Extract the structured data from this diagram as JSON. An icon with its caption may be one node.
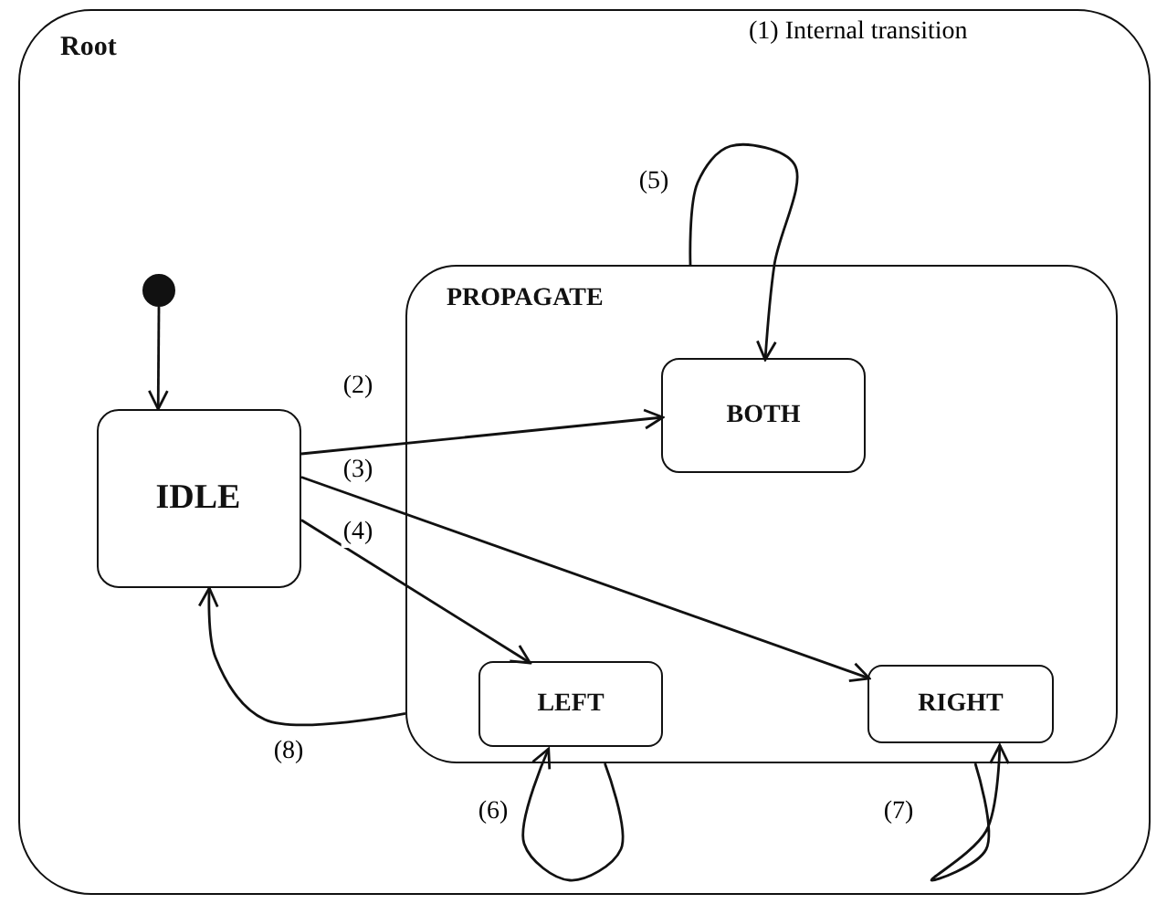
{
  "diagram": {
    "nodes": [
      {
        "text": [
          "Root"
        ]
      },
      {
        "text": [
          "PROPAGATE"
        ],
        "in": 0
      },
      {
        "text": [],
        "shape": "circle",
        "in": 0
      },
      {
        "text": [
          "IDLE"
        ],
        "in": 0
      },
      {
        "text": [
          "BOTH"
        ],
        "in": 1
      },
      {
        "text": [
          "LEFT"
        ],
        "in": 1
      },
      {
        "text": [
          "RIGHT"
        ],
        "in": 1
      }
    ],
    "edges": [
      {
        "from": 2,
        "to": 3,
        "arrow": "to"
      },
      {
        "from": 3,
        "to": 4,
        "arrow": "to",
        "label": "(2)"
      },
      {
        "from": 3,
        "to": 6,
        "arrow": "to",
        "label": "(3)"
      },
      {
        "from": 3,
        "to": 5,
        "arrow": "to",
        "label": "(4)"
      },
      {
        "from": 1,
        "to": 4,
        "arrow": "to",
        "label": "(5)"
      },
      {
        "from": 1,
        "to": 5,
        "arrow": "to",
        "label": "(6)"
      },
      {
        "from": 1,
        "to": 6,
        "arrow": "to",
        "label": "(7)"
      },
      {
        "from": 1,
        "to": 3,
        "arrow": "to",
        "label": "(8)"
      }
    ],
    "labels": [
      "(1) Internal transition"
    ]
  }
}
